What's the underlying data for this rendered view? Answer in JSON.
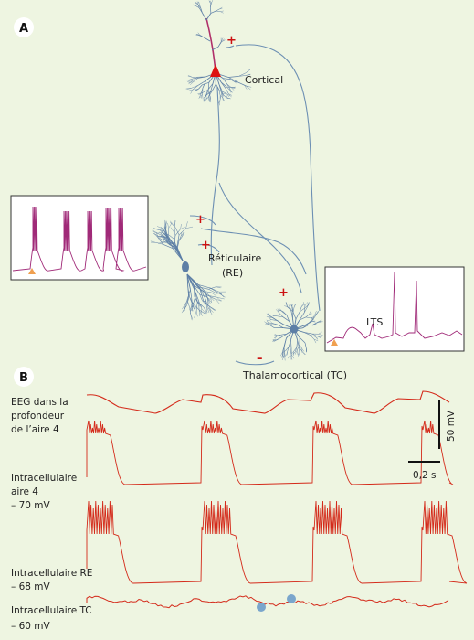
{
  "panel_a": {
    "letter": "A",
    "labels": {
      "cortical": "Cortical",
      "reticulaire_line1": "Réticulaire",
      "reticulaire_line2": "(RE)",
      "thalamocortical": "Thalamocortical (TC)",
      "lts": "LTS"
    },
    "signs": {
      "plus": "+",
      "minus": "–"
    },
    "colors": {
      "background": "#eef5e1",
      "neuron": "#5d7fa6",
      "soma_cortical": "#dd1111",
      "axon": "#6c8fb3",
      "spike": "#a02a78",
      "marker": "#f0a050",
      "sign": "#cc1111"
    }
  },
  "panel_b": {
    "letter": "B",
    "trace_labels": {
      "eeg_1": "EEG dans la",
      "eeg_2": "profondeur",
      "eeg_3": "de l’aire 4",
      "intra4_1": "Intracellulaire",
      "intra4_2": "aire 4",
      "intra4_3": "– 70 mV",
      "re_1": "Intracellulaire RE",
      "re_2": "– 68 mV",
      "tc_1": "Intracellulaire TC",
      "tc_2": "– 60 mV"
    },
    "scale_bar": {
      "voltage": "50 mV",
      "time": "0,2 s"
    },
    "colors": {
      "trace": "#d42a1a",
      "dot": "#7aa6cc"
    }
  }
}
